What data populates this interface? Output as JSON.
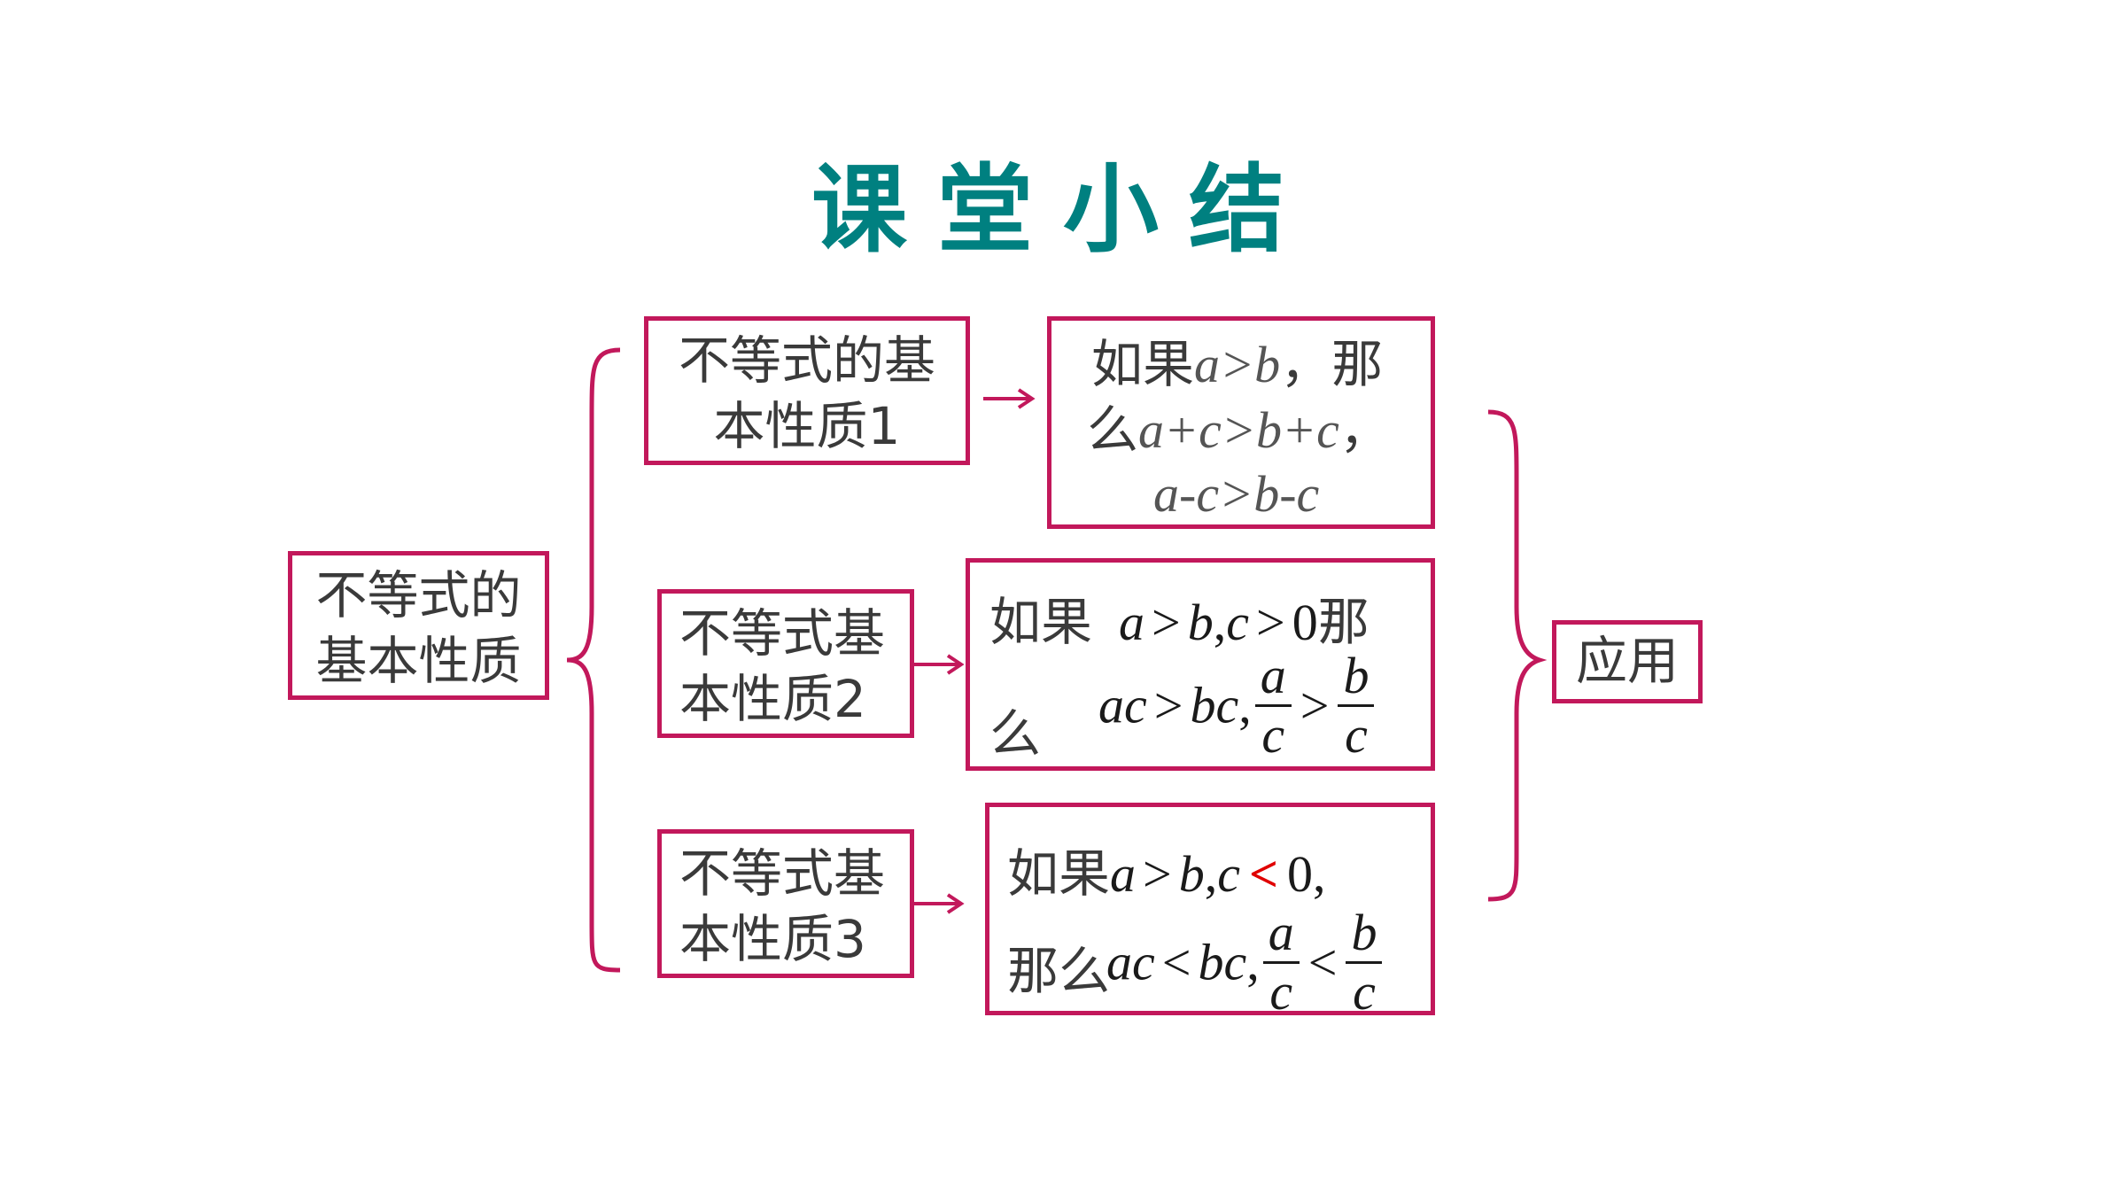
{
  "title": "课堂小结",
  "root": {
    "line1": "不等式的",
    "line2": "基本性质"
  },
  "properties": [
    {
      "label1": "不等式的基",
      "label2": "本性质1",
      "result": {
        "pre1": "如果",
        "cond": "a>b",
        "post1": "，那",
        "pre2": "么",
        "expr1": "a+c>b+c",
        "post2": "，",
        "expr2": "a-c>b-c"
      }
    },
    {
      "label1": "不等式基",
      "label2": "本性质2",
      "result": {
        "pre1": "如果",
        "cond_a": "a",
        "cond_gt1": ">",
        "cond_b": "b",
        "cond_comma": ",",
        "cond_c": "c",
        "cond_gt2": ">",
        "cond_zero": "0",
        "post1": "那",
        "pre2": "么",
        "expr_a": "ac",
        "expr_gt1": ">",
        "expr_b": "bc",
        "expr_comma": ",",
        "frac1_num": "a",
        "frac1_den": "c",
        "expr_gt2": ">",
        "frac2_num": "b",
        "frac2_den": "c"
      }
    },
    {
      "label1": "不等式基",
      "label2": "本性质3",
      "result": {
        "pre1": "如果",
        "cond_a": "a",
        "cond_gt": ">",
        "cond_b": "b",
        "cond_comma": ",",
        "cond_c": "c",
        "cond_lt": "<",
        "cond_zero": "0",
        "cond_tail": ",",
        "pre2": "那么",
        "expr_a": "ac",
        "expr_lt1": "<",
        "expr_b": "bc",
        "expr_comma": ",",
        "frac1_num": "a",
        "frac1_den": "c",
        "expr_lt2": "<",
        "frac2_num": "b",
        "frac2_den": "c"
      }
    }
  ],
  "application": "应用",
  "colors": {
    "title": "#008080",
    "border": "#c2185b",
    "highlight": "#e00000",
    "text": "#3a3a3a"
  }
}
